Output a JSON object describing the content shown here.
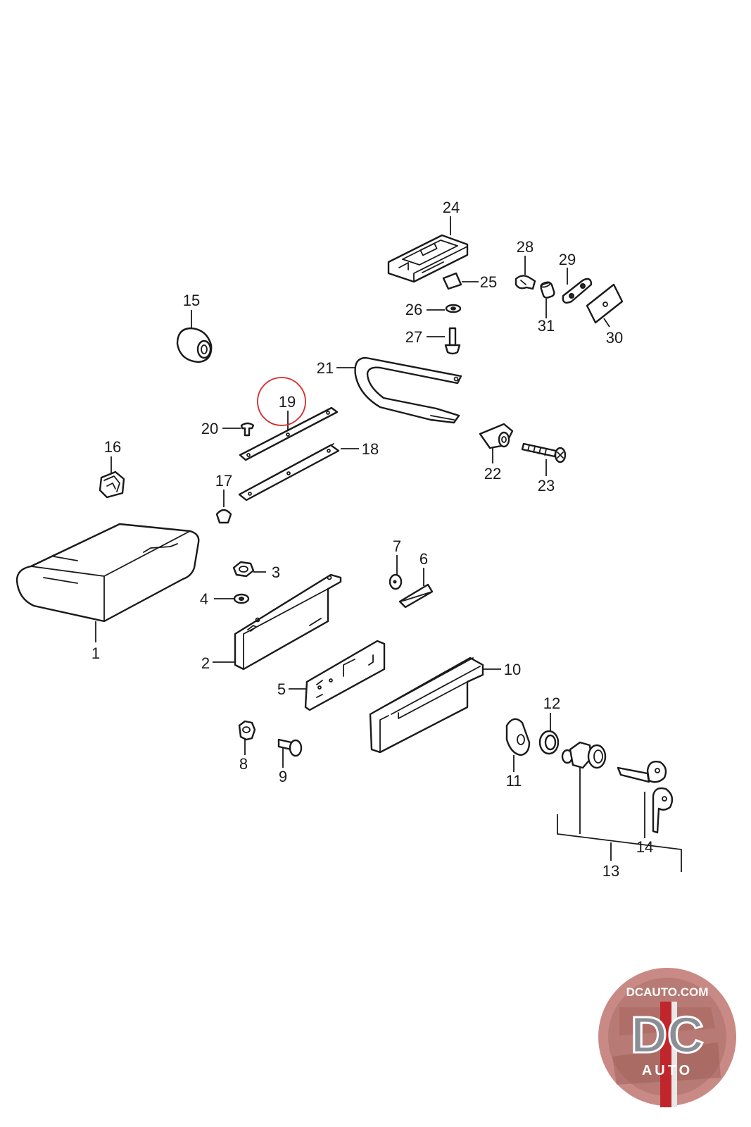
{
  "callouts": [
    {
      "id": "1",
      "label": "1"
    },
    {
      "id": "2",
      "label": "2"
    },
    {
      "id": "3",
      "label": "3"
    },
    {
      "id": "4",
      "label": "4"
    },
    {
      "id": "5",
      "label": "5"
    },
    {
      "id": "6",
      "label": "6"
    },
    {
      "id": "7",
      "label": "7"
    },
    {
      "id": "8",
      "label": "8"
    },
    {
      "id": "9",
      "label": "9"
    },
    {
      "id": "10",
      "label": "10"
    },
    {
      "id": "11",
      "label": "11"
    },
    {
      "id": "12",
      "label": "12"
    },
    {
      "id": "13",
      "label": "13"
    },
    {
      "id": "14",
      "label": "14"
    },
    {
      "id": "15",
      "label": "15"
    },
    {
      "id": "16",
      "label": "16"
    },
    {
      "id": "17",
      "label": "17"
    },
    {
      "id": "18",
      "label": "18"
    },
    {
      "id": "19",
      "label": "19"
    },
    {
      "id": "20",
      "label": "20"
    },
    {
      "id": "21",
      "label": "21"
    },
    {
      "id": "22",
      "label": "22"
    },
    {
      "id": "23",
      "label": "23"
    },
    {
      "id": "24",
      "label": "24"
    },
    {
      "id": "25",
      "label": "25"
    },
    {
      "id": "26",
      "label": "26"
    },
    {
      "id": "27",
      "label": "27"
    },
    {
      "id": "28",
      "label": "28"
    },
    {
      "id": "29",
      "label": "29"
    },
    {
      "id": "30",
      "label": "30"
    },
    {
      "id": "31",
      "label": "31"
    }
  ],
  "highlighted_part": "19",
  "highlight_color": "#d42a2a",
  "logo": {
    "url_text": "DCAUTO.COM",
    "mark": "DC",
    "subtext": "AUTO",
    "colors": {
      "ring": "#c98a86",
      "mark_fill": "#8a8f96",
      "stripe": "#c0262b"
    }
  }
}
